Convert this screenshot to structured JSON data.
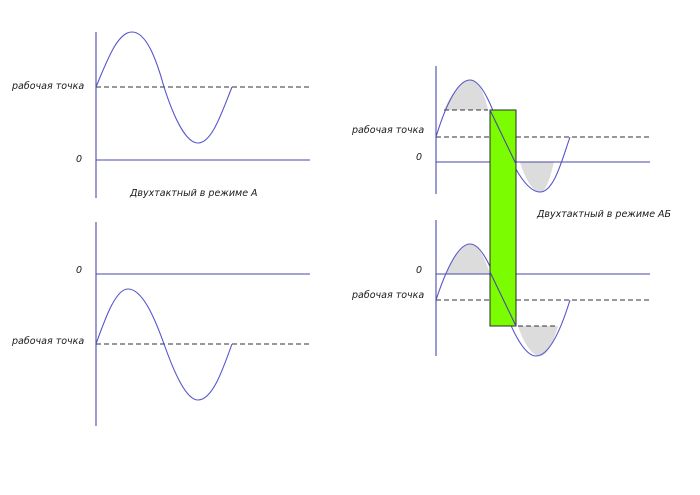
{
  "labels": {
    "work_point": "рабочая точка",
    "zero": "0",
    "class_a": "Двухтактный в режиме А",
    "class_ab": "Двухтактный в режиме АБ"
  },
  "colors": {
    "axis": "#4a4aa8",
    "wave": "#5555cc",
    "shade": "#dcdcdc",
    "conduction_bar": "#7cfc00"
  }
}
